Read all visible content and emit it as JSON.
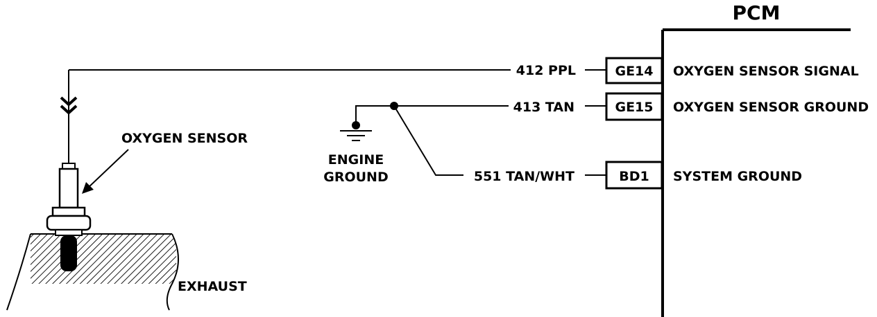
{
  "module": {
    "name": "PCM"
  },
  "circuits": [
    {
      "wire": "412 PPL",
      "pin": "GE14",
      "function": "OXYGEN SENSOR SIGNAL"
    },
    {
      "wire": "413 TAN",
      "pin": "GE15",
      "function": "OXYGEN SENSOR GROUND"
    },
    {
      "wire": "551 TAN/WHT",
      "pin": "BD1",
      "function": "SYSTEM GROUND"
    }
  ],
  "labels": {
    "oxygen_sensor": "OXYGEN SENSOR",
    "engine_ground_line1": "ENGINE",
    "engine_ground_line2": "GROUND",
    "exhaust": "EXHAUST"
  }
}
